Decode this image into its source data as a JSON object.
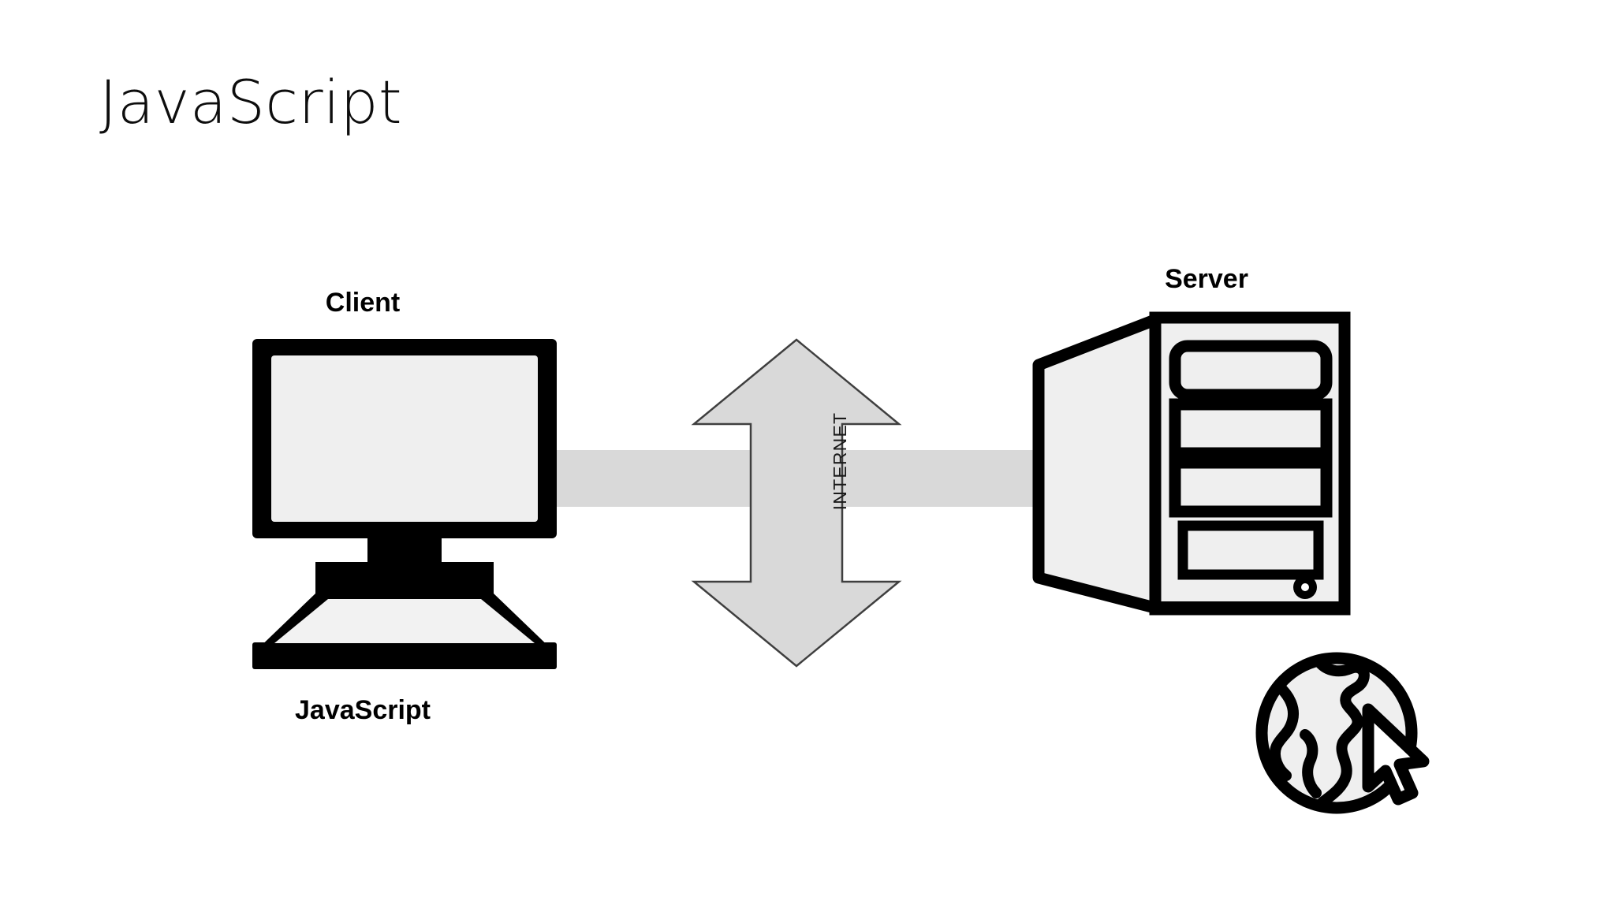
{
  "slide": {
    "title": "JavaScript",
    "background_color": "#ffffff"
  },
  "diagram": {
    "type": "client-server-architecture",
    "client": {
      "label": "Client",
      "sub_label": "JavaScript",
      "icon": "desktop-computer-icon",
      "screen_color": "#efefef",
      "bezel_color": "#000000"
    },
    "connection": {
      "label": "INTERNET",
      "arrow_direction": "bidirectional-vertical",
      "arrow_fill": "#d9d9d9",
      "arrow_stroke": "#3f3f3f",
      "band_color": "#d9d9d9"
    },
    "server": {
      "label": "Server",
      "icon": "server-tower-icon",
      "panel_color": "#efefef",
      "outline_color": "#000000",
      "bay_count": 3,
      "has_power_button": true,
      "badge_icon": "globe-cursor-icon"
    }
  },
  "colors": {
    "text": "#000000",
    "title_text": "#0d0d0d",
    "light_gray": "#efefef",
    "mid_gray": "#d9d9d9",
    "outline": "#3f3f3f"
  }
}
